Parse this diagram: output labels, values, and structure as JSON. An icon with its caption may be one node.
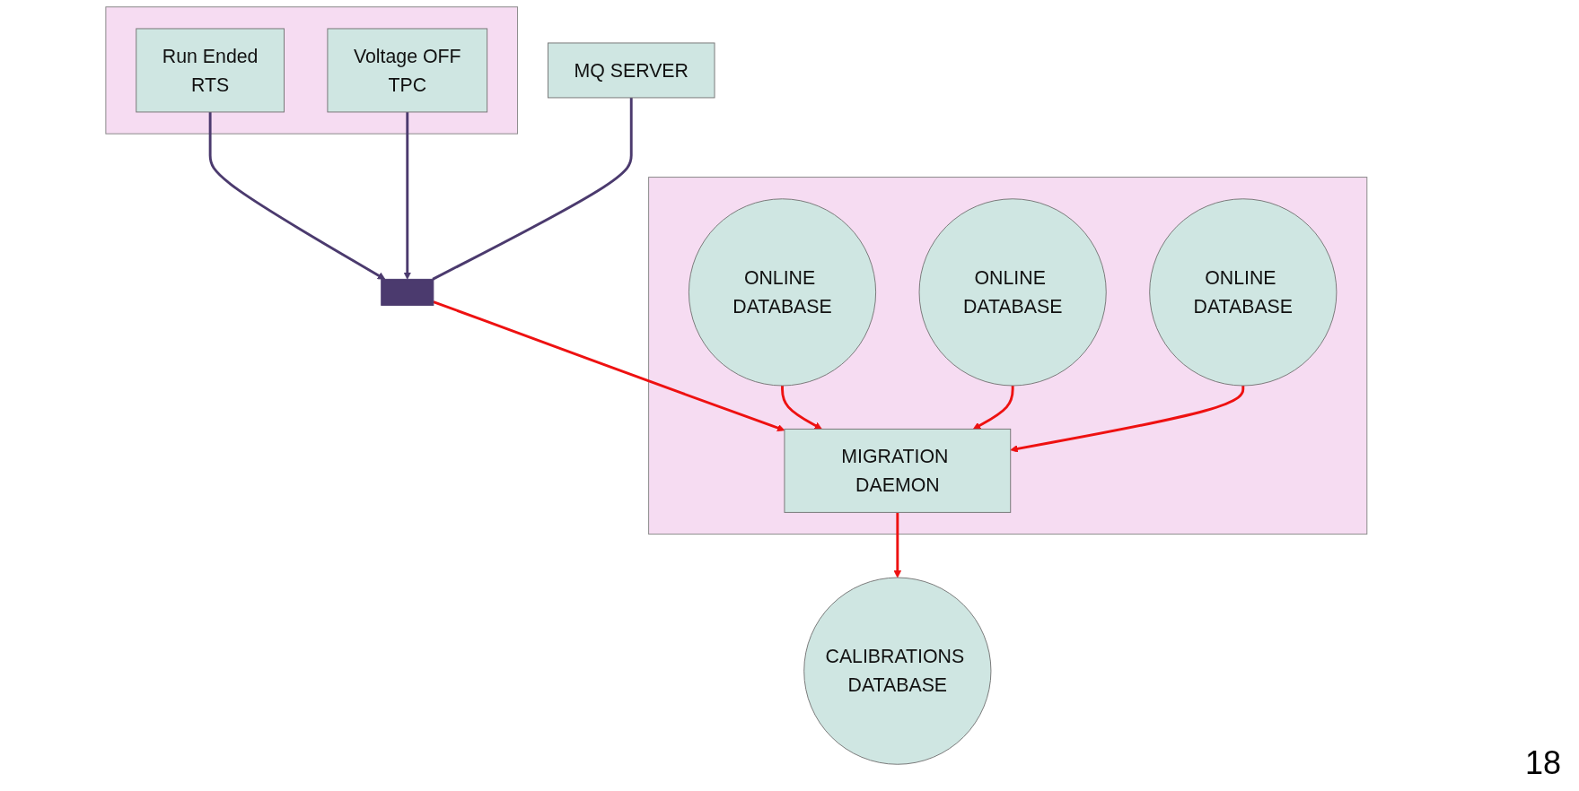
{
  "diagram": {
    "nodes": [
      {
        "text": [],
        "shape": "box"
      },
      {
        "text": [
          "Run Ended",
          "RTS"
        ],
        "in": 0
      },
      {
        "text": [
          "Voltage OFF",
          "TPC"
        ],
        "in": 0
      },
      {
        "text": [
          "MQ SERVER"
        ]
      },
      {
        "text": [],
        "shape": "bar"
      },
      {
        "text": [],
        "shape": "box"
      },
      {
        "text": [
          "MIGRATION DAEMON"
        ],
        "in": 5
      },
      {
        "text": [
          "ONLINE DATABASE"
        ],
        "in": 5
      },
      {
        "text": [
          "ONLINE DATABASE"
        ],
        "in": 5
      },
      {
        "text": [
          "ONLINE DATABASE"
        ],
        "in": 5
      },
      {
        "text": [
          "CALIBRATIONS DATABASE"
        ]
      }
    ],
    "edges": [
      {
        "from": 1,
        "to": 4,
        "arrow": "to",
        "color": "#4b3a6e"
      },
      {
        "from": 2,
        "to": 4,
        "arrow": "to",
        "color": "#4b3a6e"
      },
      {
        "from": 3,
        "to": 4,
        "arrow": "none",
        "color": "#4b3a6e"
      },
      {
        "from": 4,
        "to": 6,
        "arrow": "to"
      },
      {
        "from": 7,
        "to": 6,
        "arrow": "to"
      },
      {
        "from": 8,
        "to": 6,
        "arrow": "to"
      },
      {
        "from": 9,
        "to": 6,
        "arrow": "to"
      },
      {
        "from": 6,
        "to": 10,
        "arrow": "to"
      }
    ],
    "labels": [
      "18"
    ]
  }
}
